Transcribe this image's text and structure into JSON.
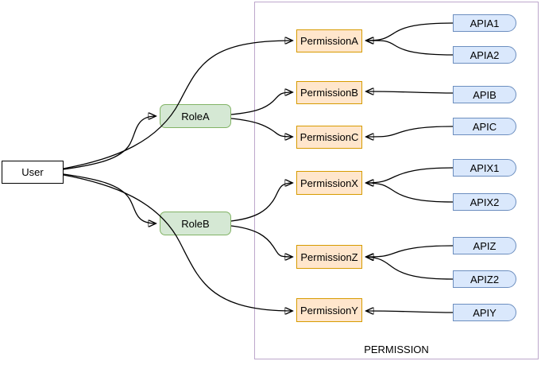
{
  "diagram": {
    "title": "",
    "container": {
      "label": "PERMISSION"
    },
    "nodes": {
      "user": {
        "label": "User"
      },
      "roleA": {
        "label": "RoleA"
      },
      "roleB": {
        "label": "RoleB"
      },
      "permA": {
        "label": "PermissionA"
      },
      "permB": {
        "label": "PermissionB"
      },
      "permC": {
        "label": "PermissionC"
      },
      "permX": {
        "label": "PermissionX"
      },
      "permZ": {
        "label": "PermissionZ"
      },
      "permY": {
        "label": "PermissionY"
      },
      "apiA1": {
        "label": "APIA1"
      },
      "apiA2": {
        "label": "APIA2"
      },
      "apiB": {
        "label": "APIB"
      },
      "apiC": {
        "label": "APIC"
      },
      "apiX1": {
        "label": "APIX1"
      },
      "apiX2": {
        "label": "APIX2"
      },
      "apiZ": {
        "label": "APIZ"
      },
      "apiZ2": {
        "label": "APIZ2"
      },
      "apiY": {
        "label": "APIY"
      }
    },
    "edges": [
      {
        "from": "User",
        "to": "RoleA"
      },
      {
        "from": "User",
        "to": "RoleB"
      },
      {
        "from": "User",
        "to": "PermissionA"
      },
      {
        "from": "User",
        "to": "PermissionY"
      },
      {
        "from": "RoleA",
        "to": "PermissionB"
      },
      {
        "from": "RoleA",
        "to": "PermissionC"
      },
      {
        "from": "RoleB",
        "to": "PermissionX"
      },
      {
        "from": "RoleB",
        "to": "PermissionZ"
      },
      {
        "from": "APIA1",
        "to": "PermissionA"
      },
      {
        "from": "APIA2",
        "to": "PermissionA"
      },
      {
        "from": "APIB",
        "to": "PermissionB"
      },
      {
        "from": "APIC",
        "to": "PermissionC"
      },
      {
        "from": "APIX1",
        "to": "PermissionX"
      },
      {
        "from": "APIX2",
        "to": "PermissionX"
      },
      {
        "from": "APIZ",
        "to": "PermissionZ"
      },
      {
        "from": "APIZ2",
        "to": "PermissionZ"
      },
      {
        "from": "APIY",
        "to": "PermissionY"
      }
    ],
    "colors": {
      "role_fill": "#d5e8d4",
      "role_stroke": "#82b366",
      "permission_fill": "#ffe6cc",
      "permission_stroke": "#d79b00",
      "api_fill": "#dae8fc",
      "api_stroke": "#6c8ebf",
      "container_stroke": "#bda7cc",
      "user_fill": "#ffffff",
      "user_stroke": "#000000",
      "edge_stroke": "#000000"
    }
  }
}
